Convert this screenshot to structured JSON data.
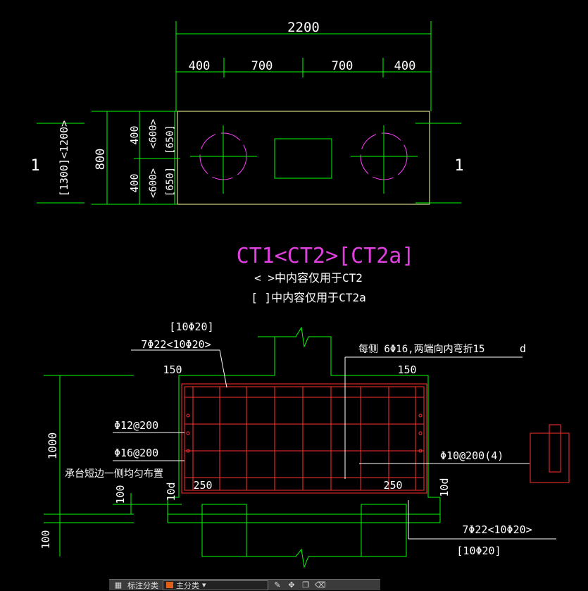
{
  "plan": {
    "dim_total": "2200",
    "dim_segments": [
      "400",
      "700",
      "700",
      "400"
    ],
    "dim_height": "800",
    "dim_height_alt": "[1300]<1200>",
    "dim_half_upper": "400",
    "dim_half_lower": "400",
    "dim_alt_upper": "<600>",
    "dim_alt_upper2": "[650]",
    "dim_alt_lower": "<600>",
    "dim_alt_lower2": "[650]",
    "section_mark_left": "1",
    "section_mark_right": "1"
  },
  "title": {
    "main": "CT1<CT2>[CT2a]",
    "note1": "< >中内容仅用于CT2",
    "note2": "[ ]中内容仅用于CT2a"
  },
  "section": {
    "top_bar_alt": "[10Φ20]",
    "top_bar": "7Φ22<10Φ20>",
    "side_bar_note": "每侧 6Φ16,两端向内弯折15",
    "side_bar_note_d": "d",
    "cover_left": "150",
    "cover_right": "150",
    "rebar_12": "Φ12@200",
    "rebar_16": "Φ16@200",
    "short_side_note": "承台短边一侧均匀布置",
    "stirrup": "Φ10@200(4)",
    "dim_depth": "1000",
    "dim_100a": "100",
    "dim_10d_left": "10d",
    "dim_250_left": "250",
    "dim_250_right": "250",
    "dim_10d_right": "10d",
    "dim_100b": "100",
    "bottom_bar": "7Φ22<10Φ20>",
    "bottom_bar_alt": "[10Φ20]"
  },
  "toolbar": {
    "category_label": "标注分类",
    "layer_value": "主分类"
  },
  "colors": {
    "background": "#000000",
    "outline": "#00ff00",
    "rebar": "#ff3030",
    "text": "#ffffff",
    "title": "#e040e0",
    "pile": "#ff40ff"
  }
}
